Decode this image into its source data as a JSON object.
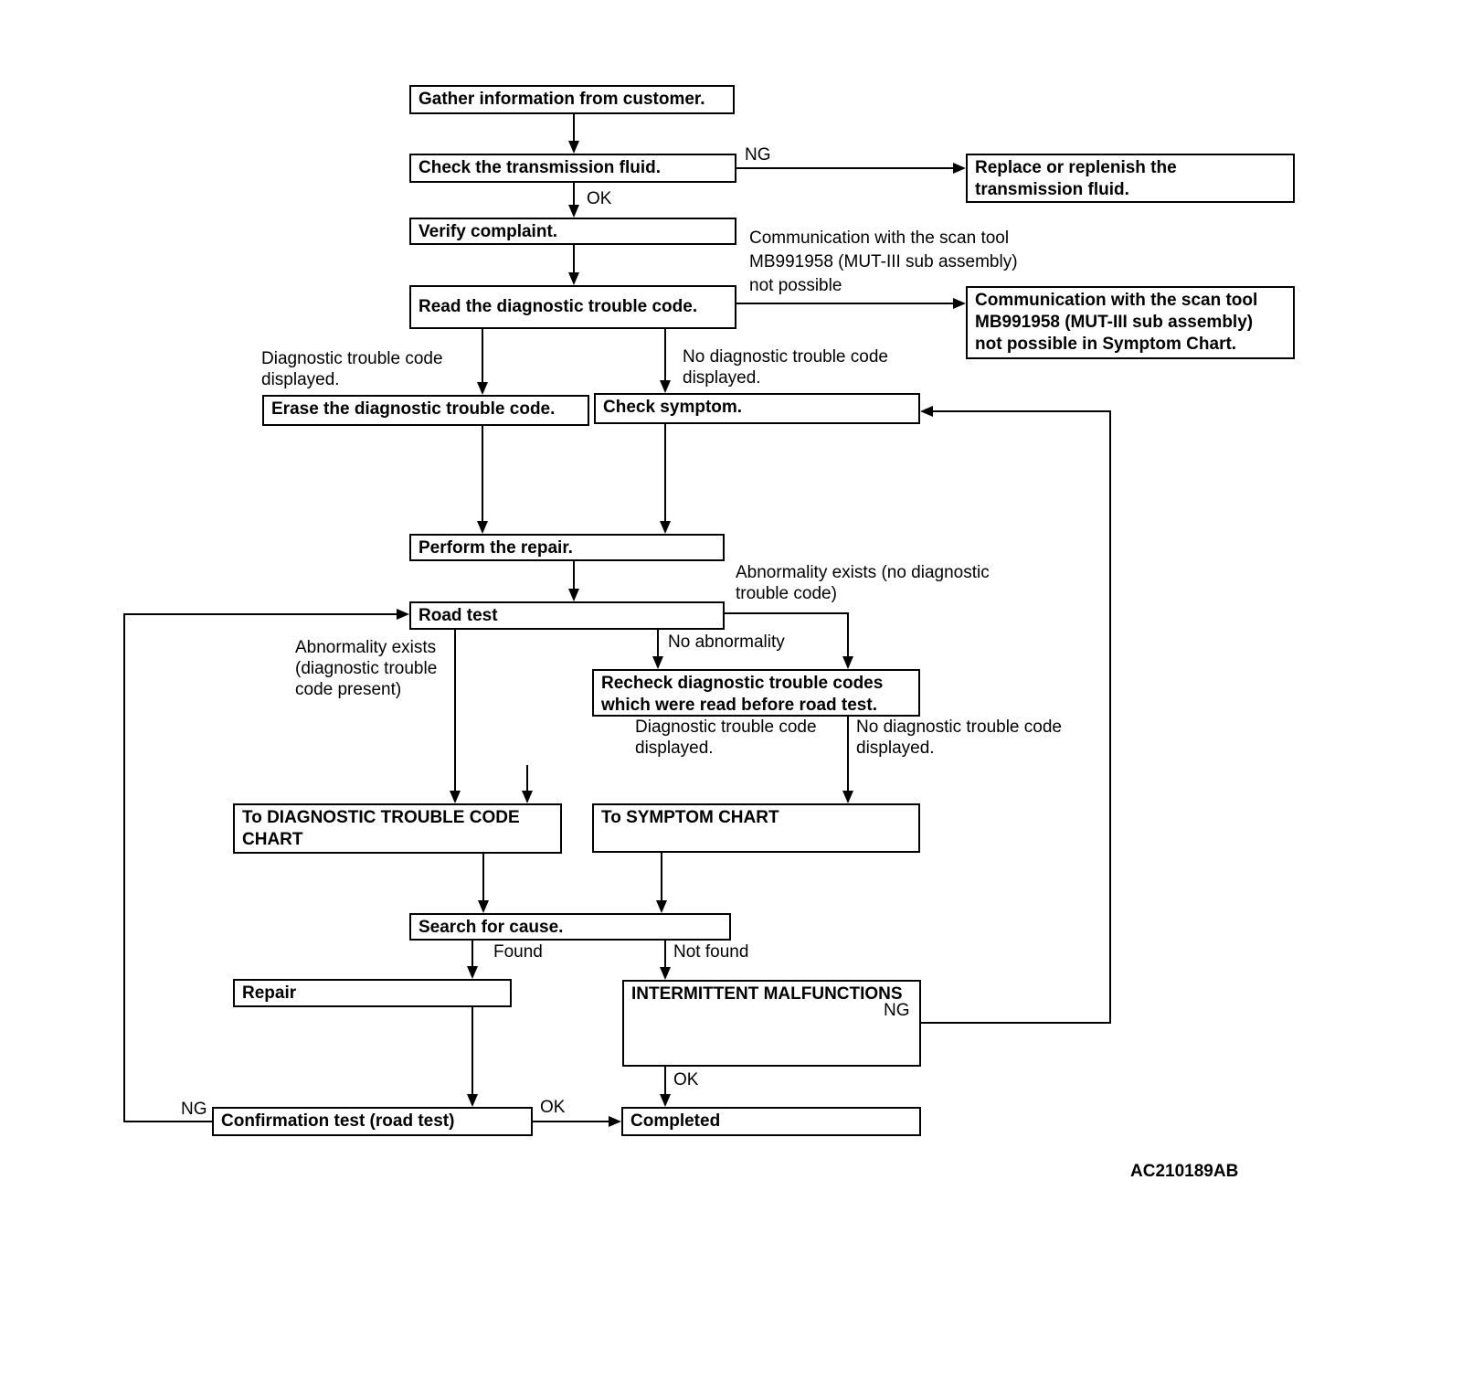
{
  "diagram": {
    "figure_code": "AC210189AB",
    "nodes": {
      "gather": "Gather information from customer.",
      "check_fluid": "Check the  transmission fluid.",
      "verify": "Verify complaint.",
      "read_dtc": "Read the diagnostic trouble code.",
      "replace_fluid": "Replace or replenish the\ntransmission fluid.",
      "comm_not_possible": "Communication with the scan tool\nMB991958 (MUT-III sub assembly)\nnot possible in Symptom Chart.",
      "erase_dtc": "Erase the diagnostic trouble code.",
      "check_symptom": "Check symptom.",
      "perform_repair": "Perform the repair.",
      "road_test": "Road test",
      "recheck_dtc": "Recheck diagnostic trouble codes\nwhich were read before road test.",
      "to_dtc_chart": "To DIAGNOSTIC TROUBLE CODE\nCHART",
      "to_symptom_chart": "To SYMPTOM CHART",
      "search_cause": "Search for cause.",
      "repair": "Repair",
      "intermittent": "INTERMITTENT MALFUNCTIONS",
      "confirmation": "Confirmation test (road test)",
      "completed": "Completed"
    },
    "labels": {
      "ng_fluid": "NG",
      "ok_fluid": "OK",
      "comm_label": "Communication with the scan tool\nMB991958 (MUT-III sub assembly)\nnot possible",
      "dtc_displayed": "Diagnostic trouble code\ndisplayed.",
      "no_dtc_displayed": "No diagnostic trouble code\ndisplayed.",
      "abnormality_no_dtc": "Abnormality exists (no diagnostic\ntrouble code)",
      "no_abnormality": "No abnormality",
      "abnormality_dtc": "Abnormality exists\n(diagnostic trouble\ncode present)",
      "dtc_displayed_2": "Diagnostic trouble code\ndisplayed.",
      "no_dtc_displayed_2": "No diagnostic trouble code\ndisplayed.",
      "found": "Found",
      "not_found": "Not found",
      "ng_intermittent": "NG",
      "ok_intermittent": "OK",
      "ok_confirmation": "OK",
      "ng_confirmation": "NG"
    }
  }
}
